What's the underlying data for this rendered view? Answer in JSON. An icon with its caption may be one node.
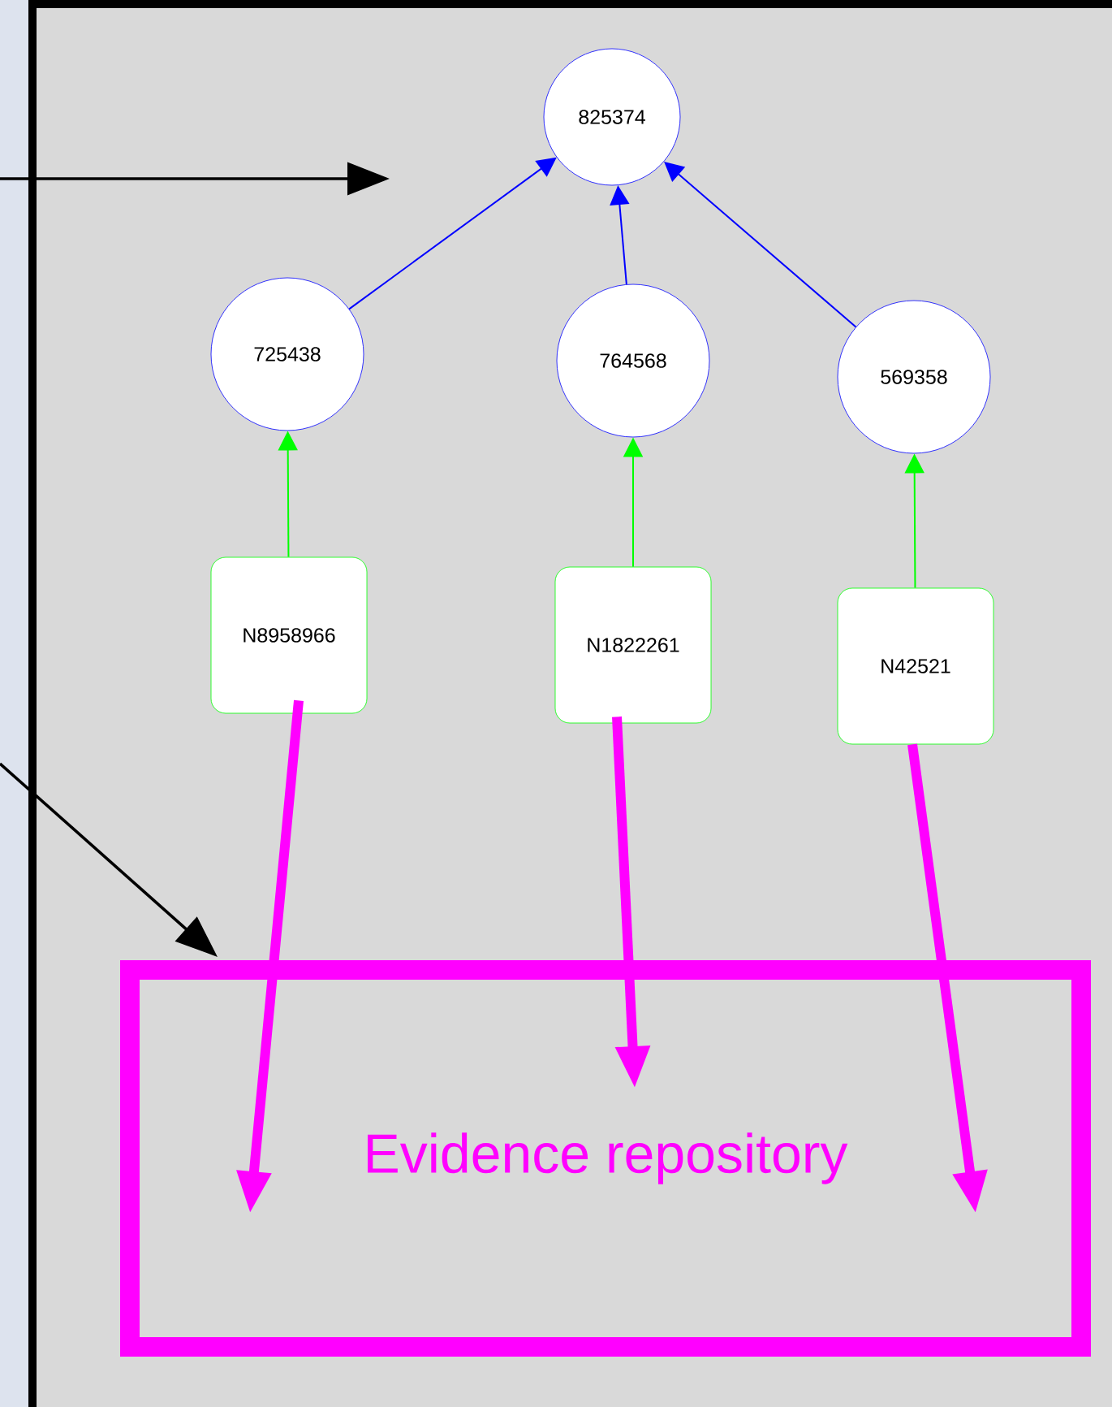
{
  "diagram": {
    "nodes": [
      {
        "text": [
          "825374"
        ]
      },
      {
        "text": [
          "725438"
        ]
      },
      {
        "text": [
          "764568"
        ]
      },
      {
        "text": [
          "569358"
        ]
      },
      {
        "text": [
          "N8958966"
        ]
      },
      {
        "text": [
          "N1822261"
        ]
      },
      {
        "text": [
          "N42521"
        ]
      },
      {
        "text": [
          "Evidence repository"
        ]
      }
    ],
    "edges": [
      {
        "from": 1,
        "to": 0,
        "arrow": "to",
        "color": "#0000ff"
      },
      {
        "from": 2,
        "to": 0,
        "arrow": "to",
        "color": "#0000ff"
      },
      {
        "from": 3,
        "to": 0,
        "arrow": "to",
        "color": "#0000ff"
      },
      {
        "from": 4,
        "to": 1,
        "arrow": "to",
        "color": "#00ff00"
      },
      {
        "from": 5,
        "to": 2,
        "arrow": "to",
        "color": "#00ff00"
      },
      {
        "from": 6,
        "to": 3,
        "arrow": "to",
        "color": "#00ff00"
      },
      {
        "from": 4,
        "to": 7,
        "arrow": "to",
        "style": "thick",
        "color": "#ff00ff"
      },
      {
        "from": 5,
        "to": 7,
        "arrow": "to",
        "style": "thick",
        "color": "#ff00ff"
      },
      {
        "from": 6,
        "to": 7,
        "arrow": "to",
        "style": "thick",
        "color": "#ff00ff"
      },
      {
        "from": null,
        "to": 7,
        "arrow": "to",
        "color": "#000000"
      }
    ]
  }
}
